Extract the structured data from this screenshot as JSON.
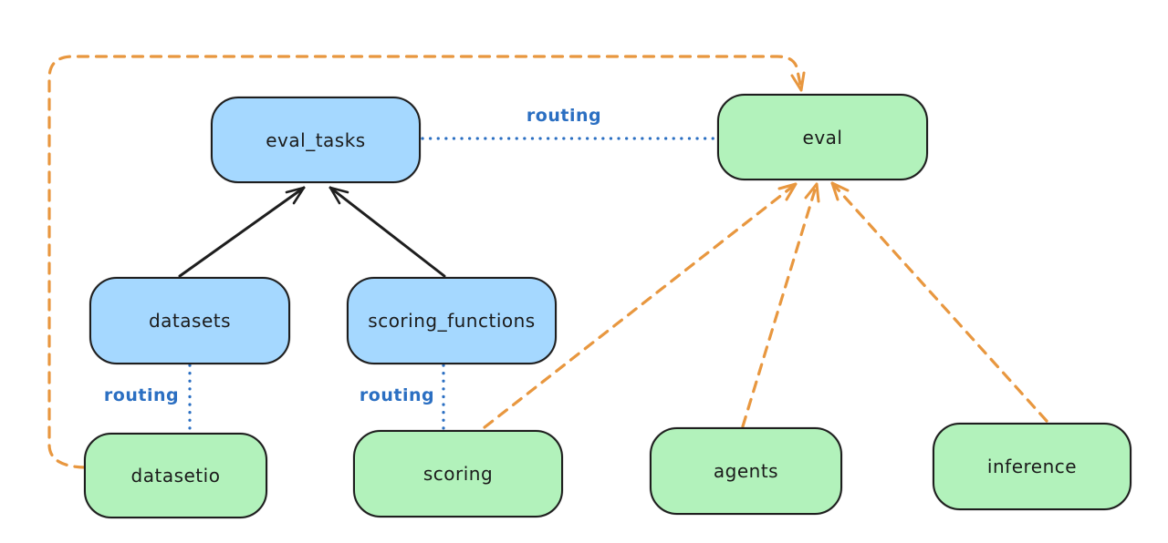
{
  "diagram": {
    "nodes": [
      {
        "id": "eval_tasks",
        "label": "eval_tasks",
        "fill": "#a5d8ff"
      },
      {
        "id": "eval",
        "label": "eval",
        "fill": "#b2f2bb"
      },
      {
        "id": "datasets",
        "label": "datasets",
        "fill": "#a5d8ff"
      },
      {
        "id": "scoring_functions",
        "label": "scoring_functions",
        "fill": "#a5d8ff"
      },
      {
        "id": "datasetio",
        "label": "datasetio",
        "fill": "#b2f2bb"
      },
      {
        "id": "scoring",
        "label": "scoring",
        "fill": "#b2f2bb"
      },
      {
        "id": "agents",
        "label": "agents",
        "fill": "#b2f2bb"
      },
      {
        "id": "inference",
        "label": "inference",
        "fill": "#b2f2bb"
      }
    ],
    "edge_labels": {
      "eval_tasks_eval": "routing",
      "datasets_datasetio": "routing",
      "scoring_functions_scoring": "routing"
    },
    "edges": [
      {
        "from": "datasets",
        "to": "eval_tasks",
        "style": "solid",
        "color": "#1e1e1e",
        "arrow": "end"
      },
      {
        "from": "scoring_functions",
        "to": "eval_tasks",
        "style": "solid",
        "color": "#1e1e1e",
        "arrow": "end"
      },
      {
        "from": "eval_tasks",
        "to": "eval",
        "style": "dotted",
        "color": "#2b6fc2",
        "label": "routing",
        "arrow": "none"
      },
      {
        "from": "datasets",
        "to": "datasetio",
        "style": "dotted",
        "color": "#2b6fc2",
        "label": "routing",
        "arrow": "none"
      },
      {
        "from": "scoring_functions",
        "to": "scoring",
        "style": "dotted",
        "color": "#2b6fc2",
        "label": "routing",
        "arrow": "none"
      },
      {
        "from": "datasetio",
        "to": "eval",
        "style": "dashed",
        "color": "#e8973f",
        "arrow": "end"
      },
      {
        "from": "scoring",
        "to": "eval",
        "style": "dashed",
        "color": "#e8973f",
        "arrow": "end"
      },
      {
        "from": "agents",
        "to": "eval",
        "style": "dashed",
        "color": "#e8973f",
        "arrow": "end"
      },
      {
        "from": "inference",
        "to": "eval",
        "style": "dashed",
        "color": "#e8973f",
        "arrow": "end"
      }
    ],
    "colors": {
      "blue_fill": "#a5d8ff",
      "green_fill": "#b2f2bb",
      "stroke": "#1e1e1e",
      "orange": "#e8973f",
      "blue": "#2b6fc2",
      "background": "#ffffff"
    }
  }
}
